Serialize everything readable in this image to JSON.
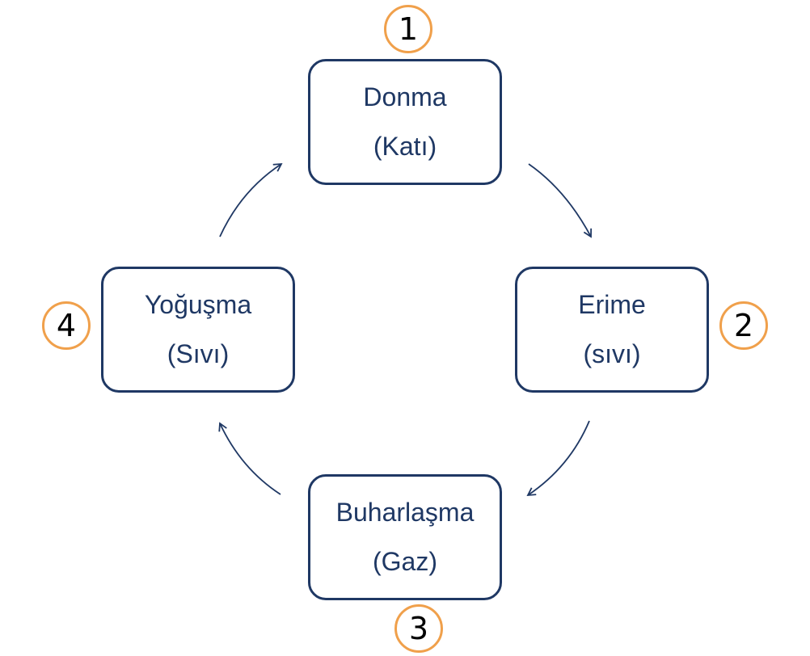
{
  "colors": {
    "box_border": "#1f3864",
    "box_text": "#1f3864",
    "badge_border": "#f0a04b",
    "badge_text": "#000000",
    "arrow": "#1f3864",
    "background": "#ffffff"
  },
  "nodes": [
    {
      "name": "Donma",
      "state": "(Katı)",
      "number": "1"
    },
    {
      "name": "Erime",
      "state": "(sıvı)",
      "number": "2"
    },
    {
      "name": "Buharlaşma",
      "state": "(Gaz)",
      "number": "3"
    },
    {
      "name": "Yoğuşma",
      "state": "(Sıvı)",
      "number": "4"
    }
  ]
}
